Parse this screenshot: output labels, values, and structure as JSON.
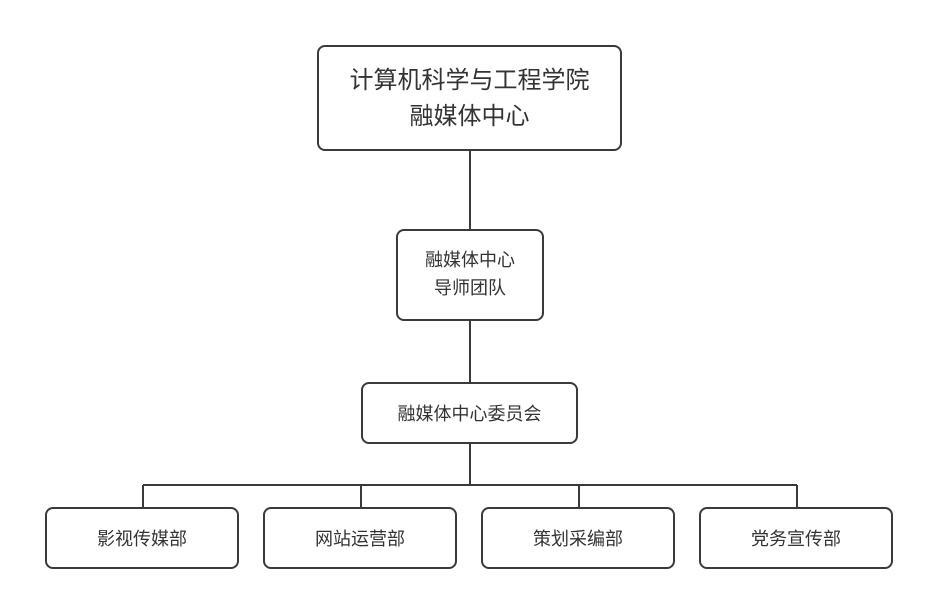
{
  "colors": {
    "line": "#3a3a3a",
    "text": "#333333",
    "background": "#ffffff"
  },
  "root": {
    "line1": "计算机科学与工程学院",
    "line2": "融媒体中心"
  },
  "mentor": {
    "line1": "融媒体中心",
    "line2": "导师团队"
  },
  "committee": {
    "label": "融媒体中心委员会"
  },
  "departments": [
    {
      "label": "影视传媒部"
    },
    {
      "label": "网站运营部"
    },
    {
      "label": "策划采编部"
    },
    {
      "label": "党务宣传部"
    }
  ]
}
